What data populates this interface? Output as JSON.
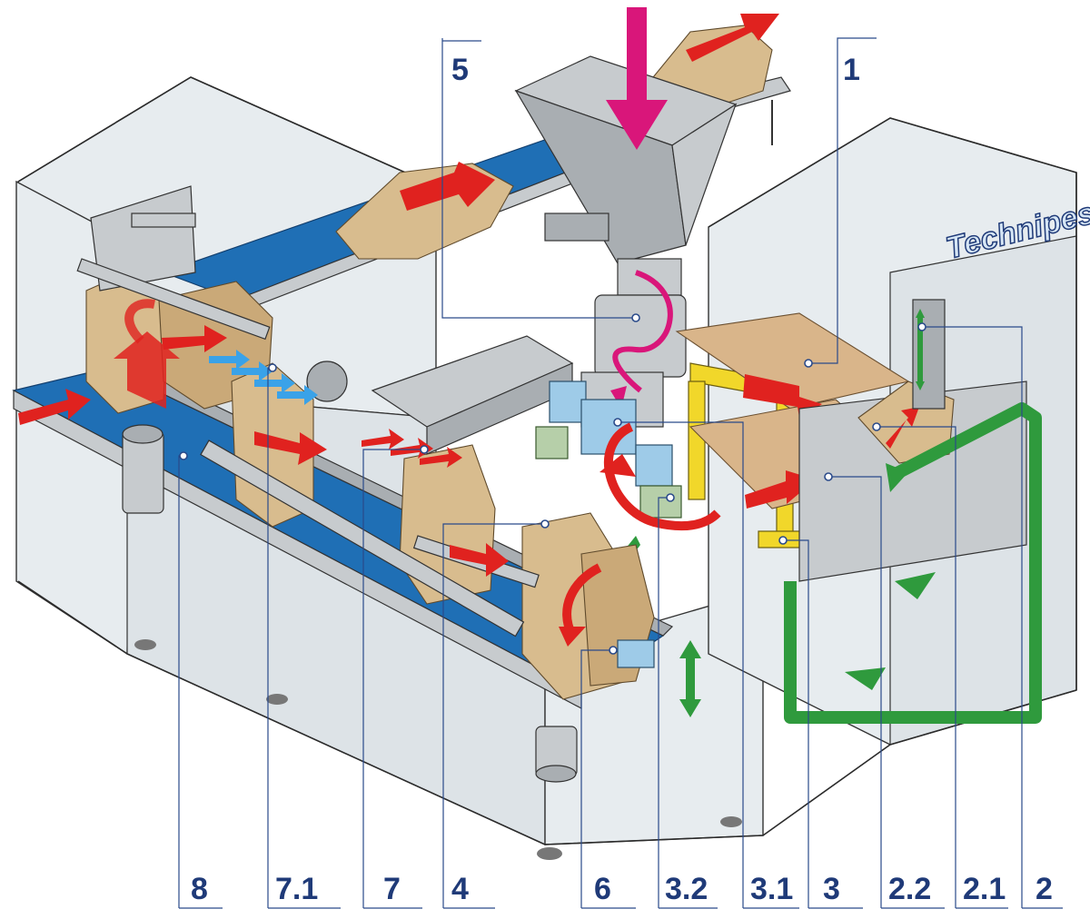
{
  "logo": {
    "text": "Technipes"
  },
  "callouts": [
    {
      "id": "1",
      "label": "1"
    },
    {
      "id": "2",
      "label": "2"
    },
    {
      "id": "2.1",
      "label": "2.1"
    },
    {
      "id": "2.2",
      "label": "2.2"
    },
    {
      "id": "3",
      "label": "3"
    },
    {
      "id": "3.1",
      "label": "3.1"
    },
    {
      "id": "3.2",
      "label": "3.2"
    },
    {
      "id": "4",
      "label": "4"
    },
    {
      "id": "5",
      "label": "5"
    },
    {
      "id": "6",
      "label": "6"
    },
    {
      "id": "7",
      "label": "7"
    },
    {
      "id": "7.1",
      "label": "7.1"
    },
    {
      "id": "8",
      "label": "8"
    }
  ],
  "colors": {
    "callout_text": "#1f3a78",
    "leader_line": "#2a4a8a",
    "product_flow_arrow": "#e0221f",
    "empty_bag_flow_arrow": "#2f9a3d",
    "filling_arrow": "#d9167a",
    "air_arrow": "#3aa2e8",
    "conveyor_belt": "#1f6fb5",
    "bag": "#d8bc8e"
  },
  "icons": [
    "hopper-icon",
    "conveyor-icon",
    "bag-icon",
    "arrow-right-icon",
    "arrow-down-icon",
    "arrow-up-down-icon",
    "rotate-arrow-icon"
  ]
}
